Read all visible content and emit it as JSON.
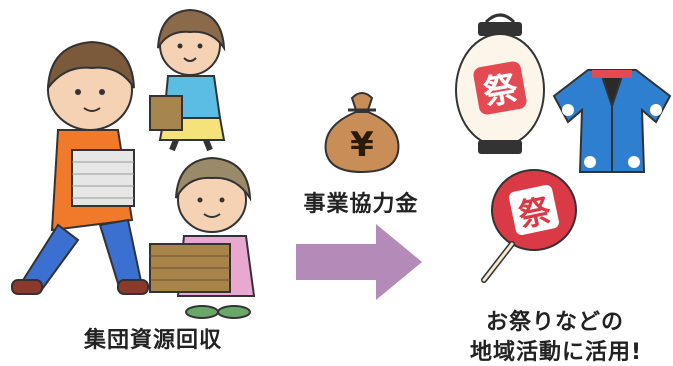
{
  "labels": {
    "left_caption": "集団資源回収",
    "middle_caption": "事業協力金",
    "right_caption_line1": "お祭りなどの",
    "right_caption_line2": "地域活動に活用!"
  },
  "symbols": {
    "money_bag_mark": "¥",
    "festival_kanji": "祭"
  },
  "colors": {
    "arrow": "#b48ab8",
    "bag": "#c98d58",
    "lantern_red": "#e34a52",
    "happi_blue": "#2f7fd0",
    "fan_red": "#d93a45"
  }
}
